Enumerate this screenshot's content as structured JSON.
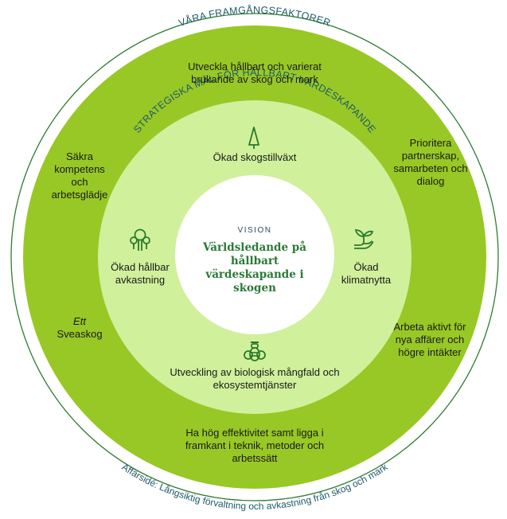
{
  "colors": {
    "outer_ring": "#98c825",
    "inner_ring": "#d0f09c",
    "center": "#ffffff",
    "outline": "#2e7d32",
    "arc_text": "#1e5a6a",
    "icon": "#2a7a2a",
    "vision_title": "#2a7a35"
  },
  "outer_ring": {
    "title": "VÅRA FRAMGÅNGSFAKTORER",
    "factors": [
      {
        "text": "Utveckla hållbart och varierat brukande av skog och mark"
      },
      {
        "text": "Prioritera partnerskap, samarbeten och dialog"
      },
      {
        "text": "Arbeta aktivt för nya affärer och högre intäkter"
      },
      {
        "text": "Ha hög effektivitet samt ligga i framkant i teknik, metoder och arbetssätt"
      },
      {
        "italic": "Ett",
        "text": "Sveaskog"
      },
      {
        "text": "Säkra kompetens och arbetsglädje"
      }
    ]
  },
  "inner_ring": {
    "title": "STRATEGISKA MÅL FÖR HÅLLBART VÄRDESKAPANDE",
    "goals": [
      {
        "icon": "tree-icon",
        "text": "Ökad skogstillväxt"
      },
      {
        "icon": "plant-in-hand-icon",
        "text": "Ökad klimatnytta"
      },
      {
        "icon": "bee-icon",
        "text": "Utveckling av biologisk mångfald och ekosystemtjänster"
      },
      {
        "icon": "trees-icon",
        "text": "Ökad hållbar avkastning"
      }
    ]
  },
  "vision": {
    "label": "VISION",
    "text": "Världsledande på hållbart värdeskapande i skogen"
  },
  "business_idea": {
    "text": "Affärsidé: Långsiktig förvaltning och avkastning från skog och mark"
  }
}
